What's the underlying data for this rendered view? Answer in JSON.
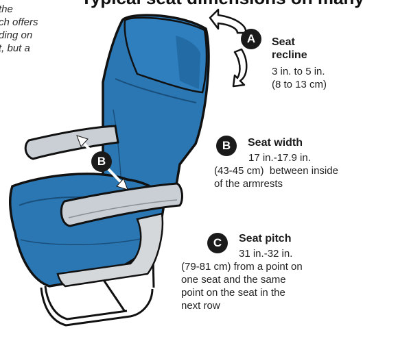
{
  "intro_fragment": "the\nch offers\nding on\nt, but a",
  "title_fragment": "Typical seat dimensions on many",
  "callouts": {
    "recline": {
      "badge": "A",
      "title": "Seat\nrecline",
      "value": "3 in. to 5 in.\n(8 to 13 cm)"
    },
    "width": {
      "badge": "B",
      "title": "Seat width",
      "value": "17 in.-17.9 in.\n(43-45 cm)  between inside\nof the armrests"
    },
    "pitch": {
      "badge": "C",
      "title": "Seat pitch",
      "value": "31 in.-32 in.\n(79-81 cm) from a point on\none seat and the same\npoint on the seat in the\nnext row"
    }
  },
  "seat_badge_b": "B",
  "colors": {
    "seat_blue": "#2a77b4",
    "seat_dark": "#1c5d93",
    "armrest_gray": "#c9cfd4",
    "outline": "#111111",
    "frame_gray": "#d5d8db"
  }
}
